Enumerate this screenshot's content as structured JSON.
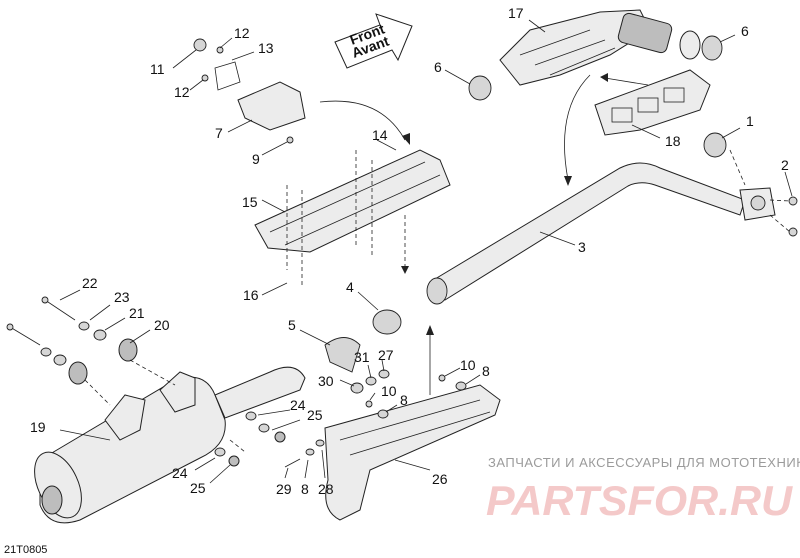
{
  "diagram": {
    "code": "21T0805",
    "front_label_1": "Front",
    "front_label_2": "Avant",
    "callouts": {
      "c1": "1",
      "c2": "2",
      "c3": "3",
      "c4": "4",
      "c5": "5",
      "c6a": "6",
      "c6b": "6",
      "c7": "7",
      "c8a": "8",
      "c8b": "8",
      "c8c": "8",
      "c9": "9",
      "c10a": "10",
      "c10b": "10",
      "c11": "11",
      "c12a": "12",
      "c12b": "12",
      "c13": "13",
      "c14": "14",
      "c15": "15",
      "c16": "16",
      "c17": "17",
      "c18": "18",
      "c19": "19",
      "c20": "20",
      "c21": "21",
      "c22": "22",
      "c23": "23",
      "c24a": "24",
      "c24b": "24",
      "c25a": "25",
      "c25b": "25",
      "c26": "26",
      "c27": "27",
      "c28": "28",
      "c29": "29",
      "c30": "30",
      "c31": "31"
    }
  },
  "watermark": {
    "tagline": "ЗАПЧАСТИ И АКСЕССУАРЫ ДЛЯ МОТОТЕХНИКИ",
    "logo": "PARTSFOR.RU"
  }
}
